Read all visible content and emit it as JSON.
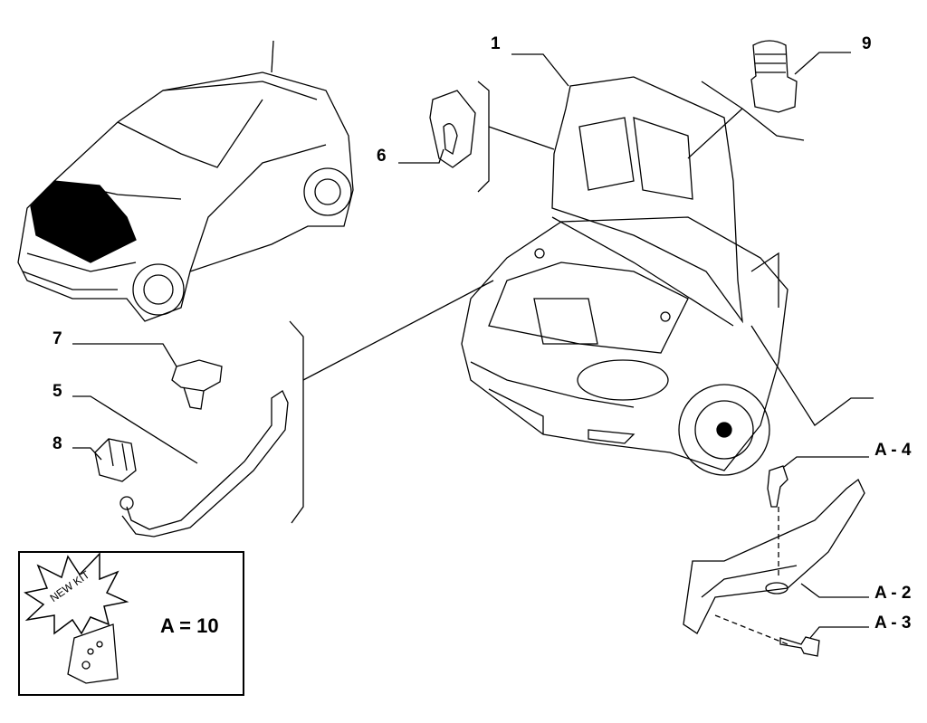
{
  "diagram": {
    "callouts": [
      {
        "id": "c1",
        "text": "1"
      },
      {
        "id": "c9",
        "text": "9"
      },
      {
        "id": "c6",
        "text": "6"
      },
      {
        "id": "c7",
        "text": "7"
      },
      {
        "id": "c5",
        "text": "5"
      },
      {
        "id": "c8",
        "text": "8"
      },
      {
        "id": "cA4",
        "text": "A - 4"
      },
      {
        "id": "cA2",
        "text": "A - 2"
      },
      {
        "id": "cA3",
        "text": "A - 3"
      }
    ],
    "kit": {
      "badge": "NEW KIT",
      "equation": "A = 10"
    }
  }
}
